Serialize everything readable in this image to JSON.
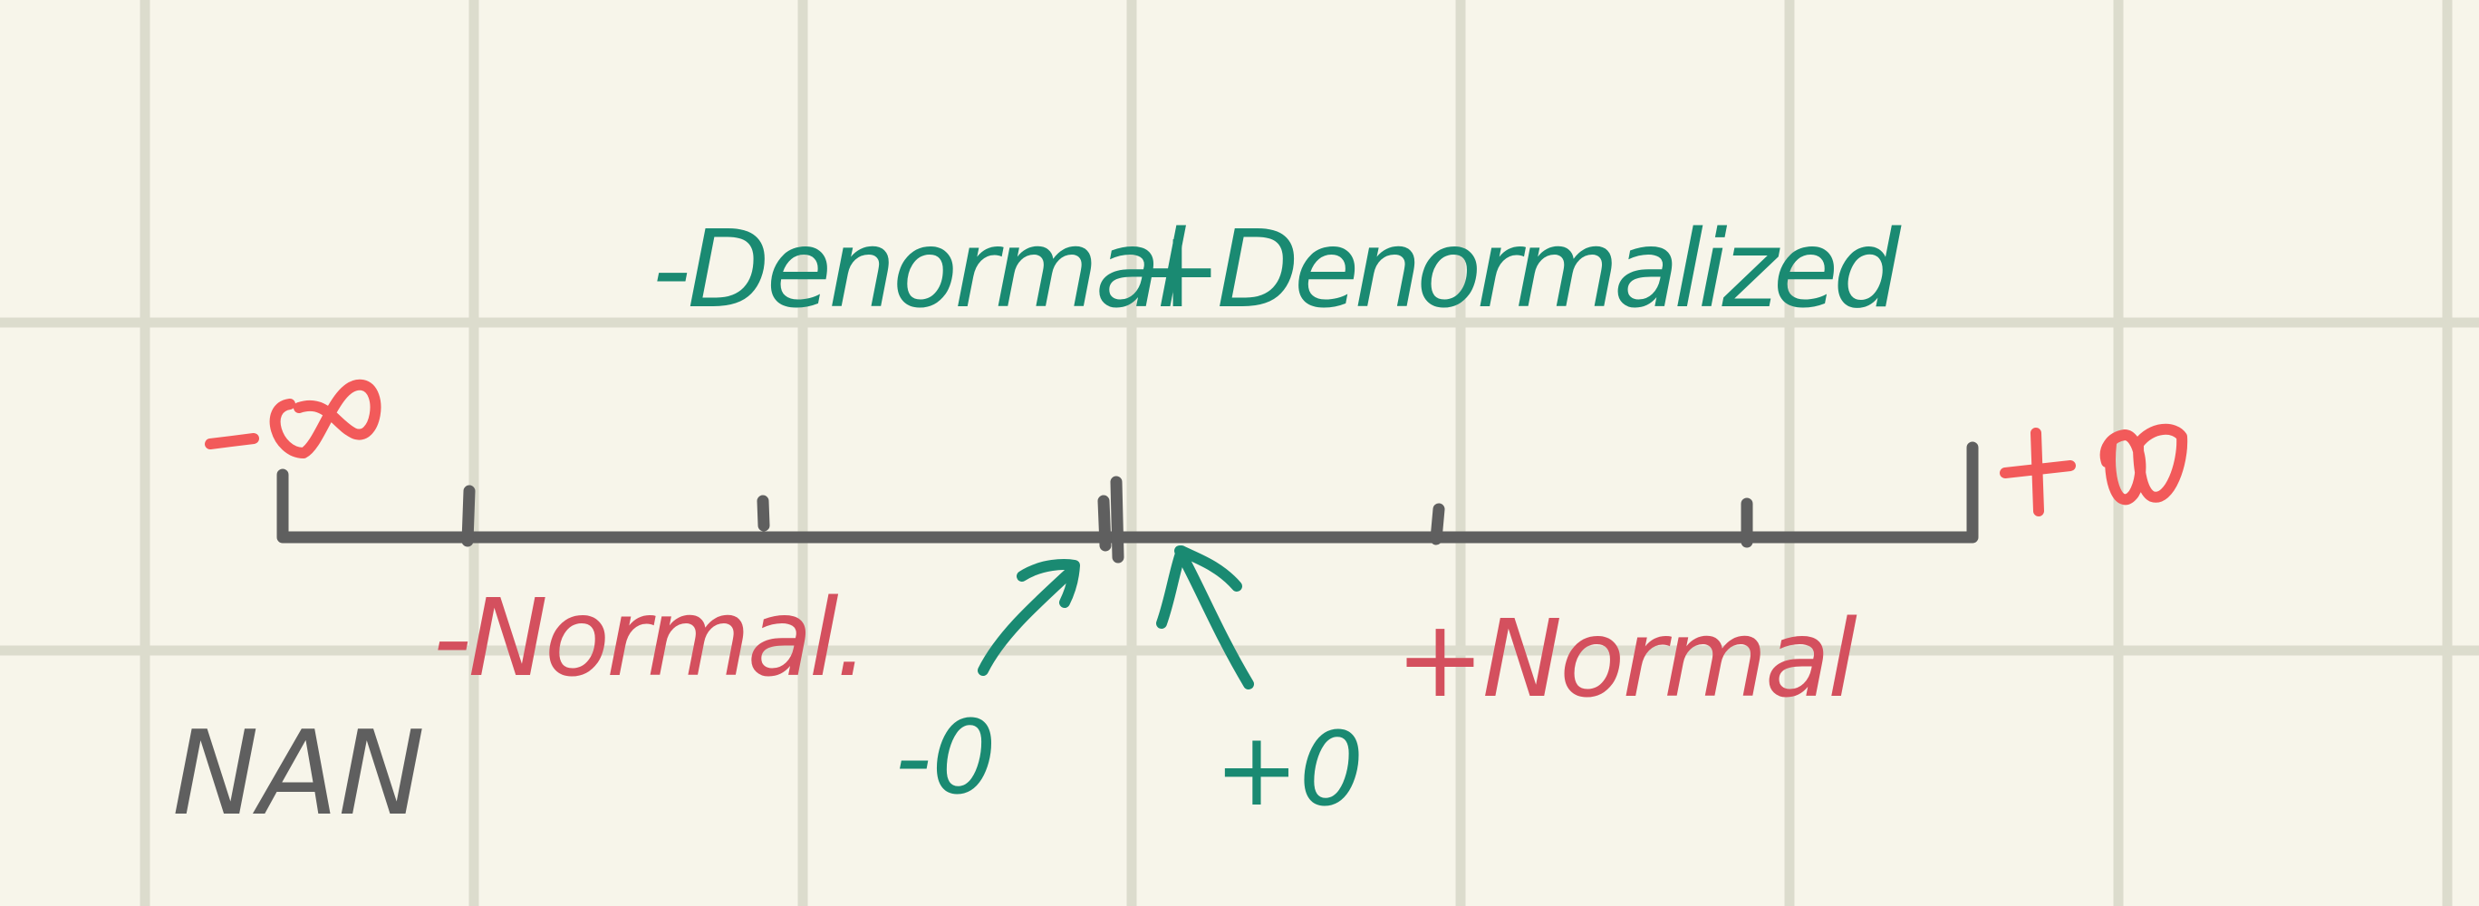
{
  "colors": {
    "background": "#f7f5ea",
    "grid": "#dcdccd",
    "axis": "#5f5f5f",
    "infinity": "#f25a5a",
    "normal": "#d4505e",
    "denormal": "#1a8a72",
    "nan": "#5f5f5f"
  },
  "labels": {
    "neg_infinity": "-∞",
    "pos_infinity": "+∞",
    "neg_denormal": "-Denormal",
    "pos_denormal": "+Denormalized",
    "neg_normal": "-Normal.",
    "pos_normal": "+Normal",
    "neg_zero": "-0",
    "pos_zero": "+0",
    "nan": "NAN"
  }
}
